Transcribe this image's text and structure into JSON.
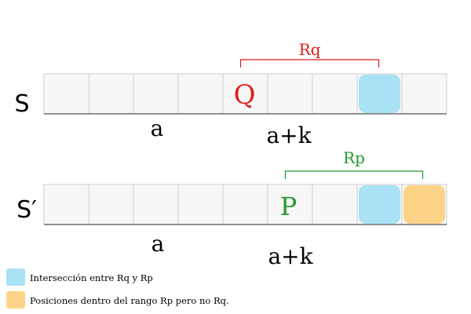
{
  "colors": {
    "red": "#e01b1b",
    "green": "#1f9a2e",
    "blue_fill": "#a8e2f4",
    "orange_fill": "#fdd487",
    "cell_fill": "#f7f7f7",
    "cell_border": "#cfcfcf",
    "base_line": "#6e6e6e",
    "text": "#000000"
  },
  "rows": [
    {
      "label": "S",
      "index_label_a": "a",
      "index_label_ak": "a+k",
      "marker": "Q",
      "marker_color": "red",
      "marker_cell": 4,
      "range_label": "Rq",
      "range_color": "red",
      "range_from_cell": 4,
      "range_to_cell": 7,
      "highlight": [
        {
          "cell": 7,
          "kind": "blue_fill"
        }
      ]
    },
    {
      "label": "S′",
      "index_label_a": "a",
      "index_label_ak": "a+k",
      "marker": "P",
      "marker_color": "green",
      "marker_cell": 5,
      "range_label": "Rp",
      "range_color": "green",
      "range_from_cell": 5,
      "range_to_cell": 8,
      "highlight": [
        {
          "cell": 7,
          "kind": "blue_fill"
        },
        {
          "cell": 8,
          "kind": "orange_fill"
        }
      ]
    }
  ],
  "legend": [
    {
      "text": "Intersección entre Rq y Rp",
      "kind": "blue_fill"
    },
    {
      "text": "Posiciones dentro del rango Rp pero no Rq.",
      "kind": "orange_fill"
    }
  ]
}
